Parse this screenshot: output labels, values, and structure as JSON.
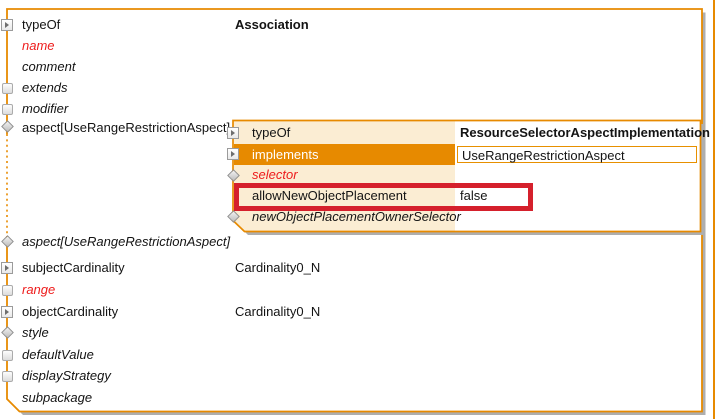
{
  "colors": {
    "accent_orange": "#e78a00",
    "popup_cream": "#fbedd3",
    "highlight_red_box": "#d5202c",
    "error_text_red": "#ee1c1c",
    "shadow_gray": "#aeaeae"
  },
  "panel": {
    "rows": [
      {
        "label": "typeOf",
        "value": "Association",
        "icon": "expand-icon"
      },
      {
        "label": "name",
        "icon": "none"
      },
      {
        "label": "comment",
        "icon": "none"
      },
      {
        "label": "extends",
        "icon": "property-square-icon"
      },
      {
        "label": "modifier",
        "icon": "property-square-icon"
      },
      {
        "label": "aspect[UseRangeRestrictionAspect]",
        "icon": "aspect-diamond-icon"
      },
      {
        "label": "aspect[UseRangeRestrictionAspect]",
        "icon": "aspect-diamond-icon"
      },
      {
        "label": "subjectCardinality",
        "value": "Cardinality0_N",
        "icon": "expand-icon"
      },
      {
        "label": "range",
        "icon": "property-square-icon"
      },
      {
        "label": "objectCardinality",
        "value": "Cardinality0_N",
        "icon": "expand-icon"
      },
      {
        "label": "style",
        "icon": "aspect-diamond-icon"
      },
      {
        "label": "defaultValue",
        "icon": "property-square-icon"
      },
      {
        "label": "displayStrategy",
        "icon": "property-square-icon"
      },
      {
        "label": "subpackage",
        "icon": "none"
      }
    ]
  },
  "popup": {
    "rows": [
      {
        "label": "typeOf",
        "value": "ResourceSelectorAspectImplementation",
        "icon": "expand-icon"
      },
      {
        "label": "implements",
        "value": "UseRangeRestrictionAspect",
        "icon": "expand-icon"
      },
      {
        "label": "selector",
        "icon": "aspect-diamond-icon"
      },
      {
        "label": "allowNewObjectPlacement",
        "value": "false",
        "icon": "none"
      },
      {
        "label": "newObjectPlacementOwnerSelector",
        "icon": "aspect-diamond-icon"
      }
    ]
  }
}
